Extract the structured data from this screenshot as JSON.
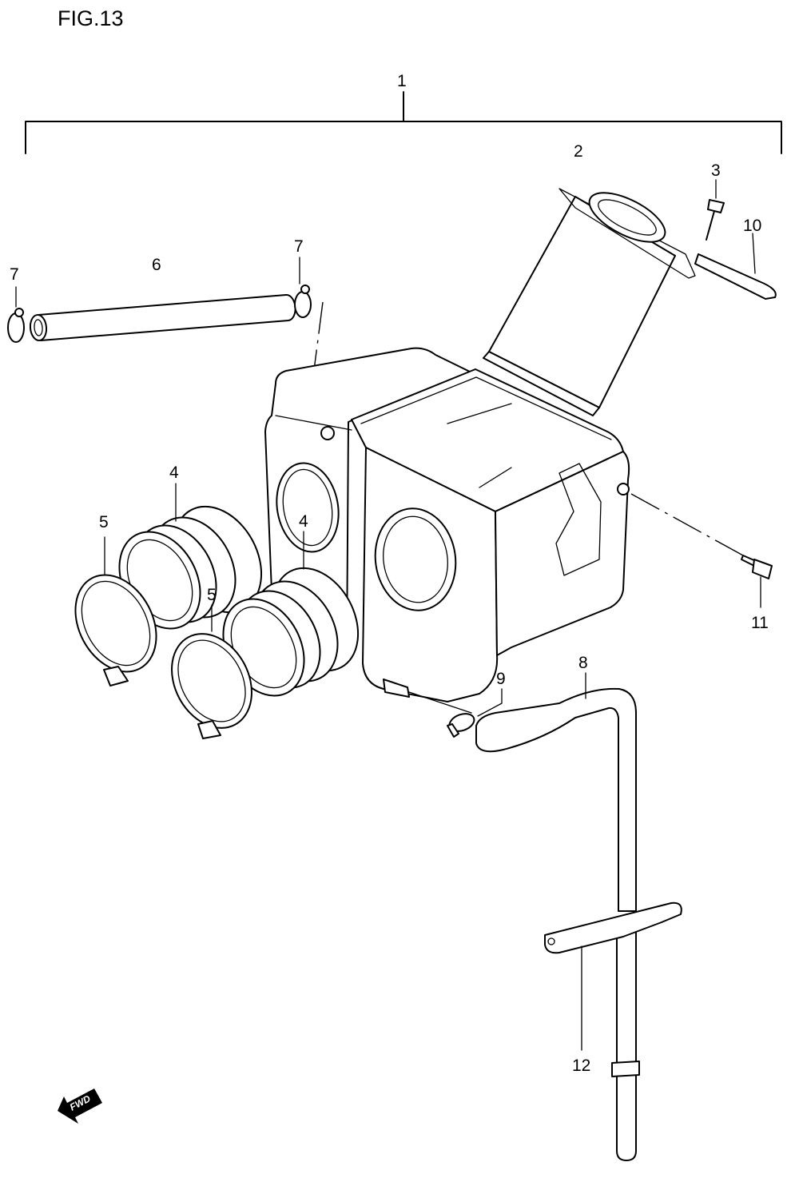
{
  "figure": {
    "title": "FIG.13",
    "fwd_label": "FWD"
  },
  "callouts": [
    {
      "id": "c1",
      "label": "1"
    },
    {
      "id": "c2",
      "label": "2"
    },
    {
      "id": "c3",
      "label": "3"
    },
    {
      "id": "c4a",
      "label": "4"
    },
    {
      "id": "c4b",
      "label": "4"
    },
    {
      "id": "c5a",
      "label": "5"
    },
    {
      "id": "c5b",
      "label": "5"
    },
    {
      "id": "c6",
      "label": "6"
    },
    {
      "id": "c7a",
      "label": "7"
    },
    {
      "id": "c7b",
      "label": "7"
    },
    {
      "id": "c8",
      "label": "8"
    },
    {
      "id": "c9",
      "label": "9"
    },
    {
      "id": "c10",
      "label": "10"
    },
    {
      "id": "c11",
      "label": "11"
    },
    {
      "id": "c12",
      "label": "12"
    }
  ]
}
